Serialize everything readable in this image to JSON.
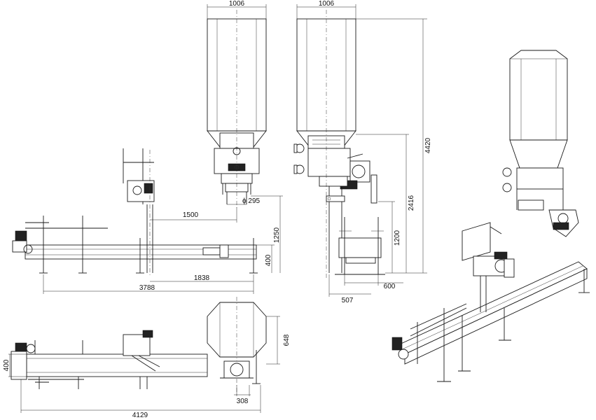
{
  "dimensions": {
    "hopper_front_width": "1006",
    "hopper_side_width": "1006",
    "total_height": "4420",
    "spout_height": "2416",
    "discharge_diameter": "ϕ 295",
    "hopper_offset": "1500",
    "frame_height": "1250",
    "conveyor_height": "400",
    "conveyor_section": "1838",
    "conveyor_length_front": "3788",
    "bag_height": "1200",
    "base_width_side": "600",
    "base_depth_side": "507",
    "hopper_plan_width": "648",
    "conveyor_width": "400",
    "spout_plan_width": "308",
    "conveyor_length_plan": "4129"
  }
}
